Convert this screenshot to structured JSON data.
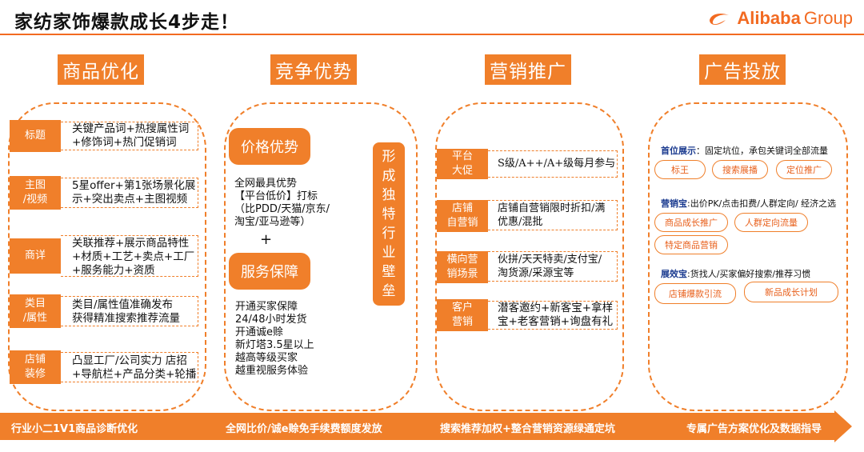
{
  "title": "家纺家饰爆款成长4步走！",
  "logo": {
    "brand": "Alibaba",
    "suffix": "Group",
    "icon": "alibaba-logo-icon",
    "color": "#f26a21"
  },
  "accent_color": "#f07f2a",
  "columns": {
    "product": {
      "header": "商品优化",
      "rows": [
        {
          "label": "标题",
          "text": "关键产品词+热搜属性词\n+修饰词+热门促销词"
        },
        {
          "label": "主图\n/视频",
          "text": "5星offer+第1张场景化展\n示+突出卖点+主图视频"
        },
        {
          "label": "商详",
          "text": "关联推荐+展示商品特性\n+材质+工艺+卖点+工厂\n+服务能力+资质"
        },
        {
          "label": "类目\n/属性",
          "text": "类目/属性值准确发布\n获得精准搜索推荐流量"
        },
        {
          "label": "店铺\n装修",
          "text": "凸显工厂/公司实力 店招\n+导航栏+产品分类+轮播"
        }
      ]
    },
    "competitive": {
      "header": "竞争优势",
      "price_title": "价格优势",
      "price_text": "全网最具优势\n【平台低价】打标\n（比PDD/天猫/京东/\n淘宝/亚马逊等）",
      "plus": "+",
      "service_title": "服务保障",
      "service_text": "开通买家保障\n24/48小时发货\n开通诚e赊\n新灯塔3.5星以上\n越高等级买家\n越重视服务体验",
      "side_box": "形\n成\n独\n特\n行\n业\n壁\n垒"
    },
    "marketing": {
      "header": "营销推广",
      "rows": [
        {
          "label": "平台\n大促",
          "text": "S级/A++/A+级每月参与"
        },
        {
          "label": "店铺\n自营销",
          "text": "店铺自营销限时折扣/满\n优惠/混批"
        },
        {
          "label": "横向营\n销场景",
          "text": "伙拼/天天特卖/支付宝/\n淘货源/采源宝等"
        },
        {
          "label": "客户\n营销",
          "text": "潜客邀约+新客宝+拿样\n宝+老客营销+询盘有礼"
        }
      ]
    },
    "ads": {
      "header": "广告投放",
      "sections": [
        {
          "name": "首位展示",
          "desc": "：固定坑位，承包关键词全部流量",
          "tags": [
            "标王",
            "搜索展播",
            "定位推广"
          ]
        },
        {
          "name": "营销宝",
          "desc": ":出价PK/点击扣费/人群定向/ 经济之选",
          "tags": [
            "商品成长推广",
            "人群定向流量",
            "特定商品营销"
          ]
        },
        {
          "name": "展效宝",
          "desc": ":货找人/买家偏好搜索/推荐习惯",
          "tags": [
            "店铺爆款引流",
            "新品成长计划"
          ]
        }
      ]
    }
  },
  "bottom_bar": [
    "行业小二1V1商品诊断优化",
    "全网比价/诚e赊免手续费额度发放",
    "搜索推荐加权+整合营销资源绿通定坑",
    "专属广告方案优化及数据指导"
  ]
}
